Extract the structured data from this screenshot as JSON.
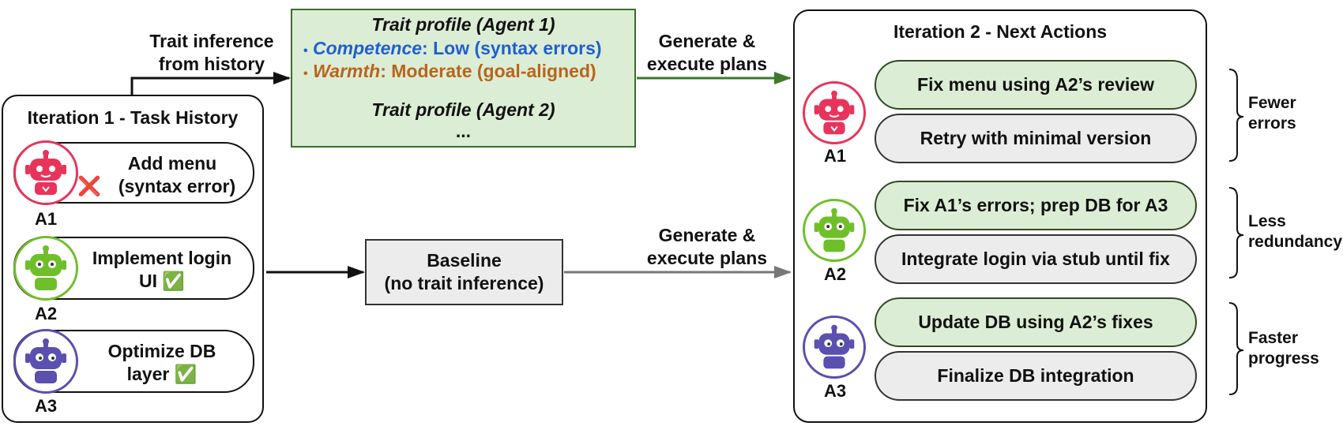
{
  "left_panel": {
    "title": "Iteration 1 - Task History",
    "tasks": [
      {
        "agent": "A1",
        "line1": "Add menu",
        "line2": "(syntax error)",
        "status": "fail",
        "status_glyph": "❌",
        "color": "#e8345b"
      },
      {
        "agent": "A2",
        "line1": "Implement login",
        "line2": "UI",
        "status": "success",
        "status_glyph": "✅",
        "color": "#6fbf2a"
      },
      {
        "agent": "A3",
        "line1": "Optimize DB",
        "line2": "layer",
        "status": "success",
        "status_glyph": "✅",
        "color": "#5b4fb0"
      }
    ]
  },
  "arrows": {
    "top_label_1": "Trait inference",
    "top_label_2": "from history",
    "gen_top_1": "Generate &",
    "gen_top_2": "execute plans",
    "gen_bottom_1": "Generate &",
    "gen_bottom_2": "execute plans"
  },
  "trait_box": {
    "title1": "Trait profile (Agent 1)",
    "competence_key": "Competence",
    "competence_val": ": Low (syntax errors)",
    "warmth_key": "Warmth",
    "warmth_val": ": Moderate (goal-aligned)",
    "title2": "Trait profile (Agent 2)",
    "ellipsis": "...",
    "bullet": "•"
  },
  "baseline": {
    "line1": "Baseline",
    "line2": "(no trait inference)"
  },
  "right_panel": {
    "title": "Iteration 2 - Next Actions",
    "agents": [
      {
        "label": "A1",
        "color": "#e8345b",
        "actions": [
          "Fix menu using A2’s review",
          "Retry with minimal version"
        ],
        "note1": "Fewer",
        "note2": "errors"
      },
      {
        "label": "A2",
        "color": "#6fbf2a",
        "actions": [
          "Fix A1’s errors; prep DB for A3",
          "Integrate login via stub until fix"
        ],
        "note1": "Less",
        "note2": "redundancy"
      },
      {
        "label": "A3",
        "color": "#5b4fb0",
        "actions": [
          "Update DB using A2’s fixes",
          "Finalize DB integration"
        ],
        "note1": "Faster",
        "note2": "progress"
      }
    ]
  },
  "colors": {
    "green_fill": "#dcedd5",
    "grey_fill": "#ececec",
    "green_arrow": "#3c7a2a",
    "grey_arrow": "#777777",
    "competence": "#1f5fd1",
    "warmth": "#b8651c"
  }
}
